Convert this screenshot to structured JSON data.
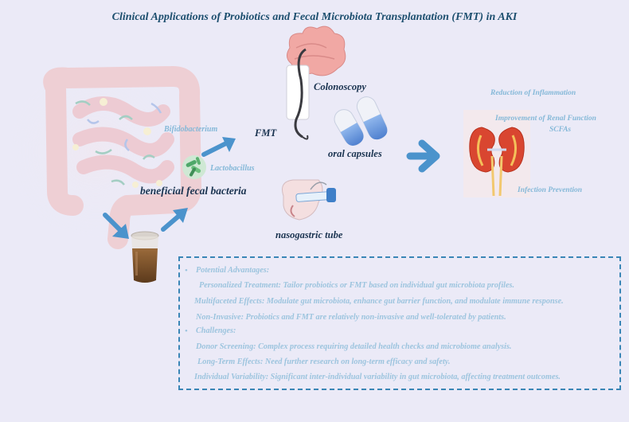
{
  "title": "Clinical Applications of Probiotics and Fecal Microbiota Transplantation (FMT) in AKI",
  "labels": {
    "bifidobacterium": "Bifidobacterium",
    "lactobacillus": "Lactobacillus",
    "beneficial_bacteria": "beneficial fecal bacteria",
    "fmt": "FMT",
    "colonoscopy": "Colonoscopy",
    "oral_capsules": "oral capsules",
    "nasogastric_tube": "nasogastric tube"
  },
  "outcomes": {
    "inflammation": "Reduction of Inflammation",
    "renal": "Improvement of Renal Function",
    "scfas": "SCFAs",
    "infection": "Infection Prevention"
  },
  "info": {
    "advantages_heading": "Potential Advantages:",
    "advantages": [
      "Personalized Treatment: Tailor probiotics or FMT based on individual gut microbiota profiles.",
      "Multifaceted Effects: Modulate gut microbiota, enhance gut barrier function, and modulate immune response.",
      "Non-Invasive: Probiotics and FMT are relatively non-invasive and well-tolerated by patients."
    ],
    "challenges_heading": "Challenges:",
    "challenges": [
      "Donor Screening: Complex process requiring detailed health checks and microbiome analysis.",
      "Long-Term Effects: Need further research on long-term efficacy and safety.",
      "Individual Variability: Significant inter-individual variability in gut microbiota, affecting treatment outcomes."
    ]
  },
  "colors": {
    "arrow": "#4b93cc",
    "title": "#1c4e6e",
    "dark_text": "#1a3350",
    "light_text": "#84b8d8",
    "border": "#3a86b6"
  }
}
